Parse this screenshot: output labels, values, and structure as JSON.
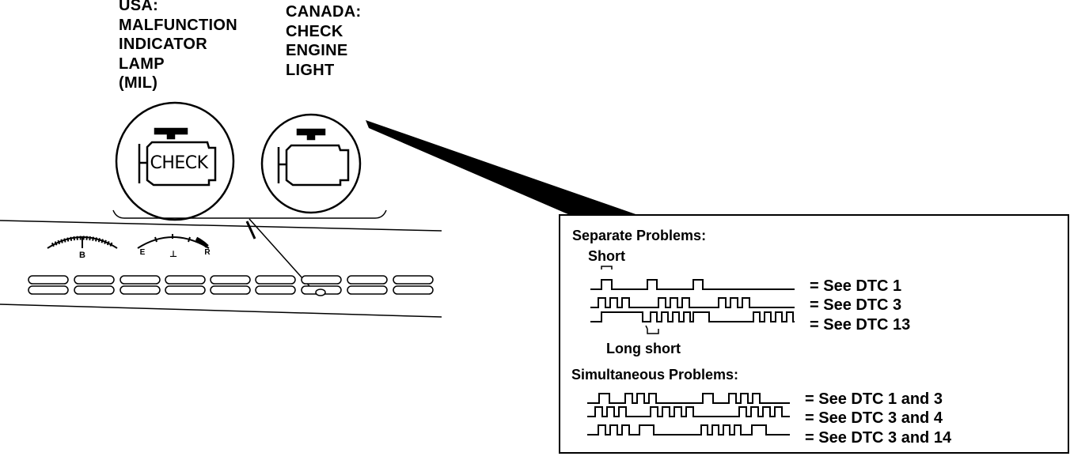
{
  "usa": {
    "lines": [
      "USA:",
      "MALFUNCTION",
      "INDICATOR",
      "LAMP",
      "(MIL)"
    ]
  },
  "canada": {
    "lines": [
      "CANADA:",
      "CHECK",
      "ENGINE",
      "LIGHT"
    ]
  },
  "lamp_text": "CHECK",
  "gauges": {
    "temp_label": "B",
    "fuel_empty": "E",
    "fuel_mid": "⊥",
    "fuel_full": "R"
  },
  "box": {
    "separate_title": "Separate Problems:",
    "short_label": "Short",
    "long_short_label": "Long short",
    "simultaneous_title": "Simultaneous Problems:",
    "separate_rows": [
      "= See DTC 1",
      "= See DTC 3",
      "= See DTC 13"
    ],
    "simultaneous_rows": [
      "= See DTC 1 and 3",
      "= See DTC 3 and 4",
      "= See DTC 3 and 14"
    ]
  }
}
